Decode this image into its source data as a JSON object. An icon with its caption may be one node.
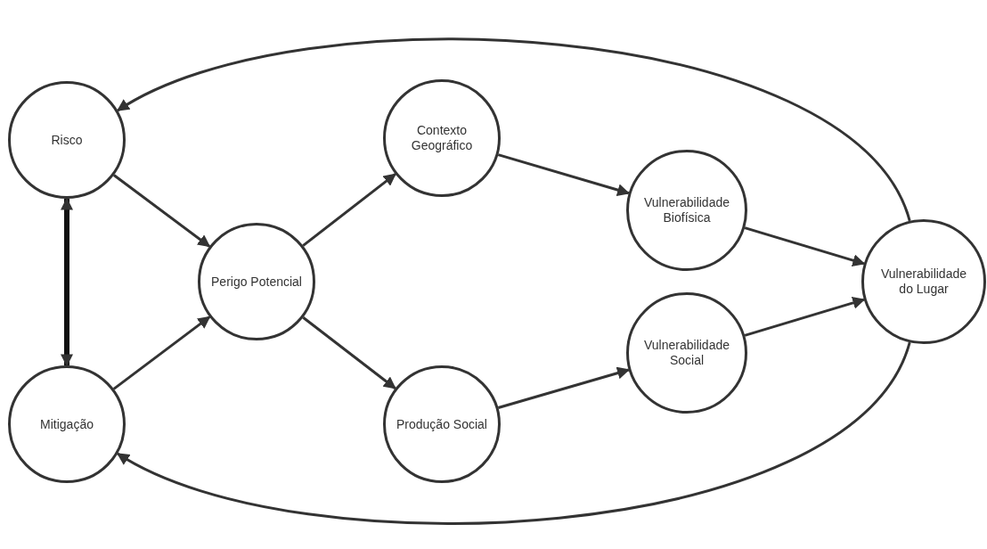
{
  "diagram": {
    "nodes": [
      {
        "text": [
          "Risco"
        ]
      },
      {
        "text": [
          "Mitigação"
        ]
      },
      {
        "text": [
          "Perigo Potencial"
        ]
      },
      {
        "text": [
          "Contexto Geográfico"
        ]
      },
      {
        "text": [
          "Produção Social"
        ]
      },
      {
        "text": [
          "Vulnerabilidade Biofísica"
        ]
      },
      {
        "text": [
          "Vulnerabilidade Social"
        ]
      },
      {
        "text": [
          "Vulnerabilidade do Lugar"
        ]
      }
    ],
    "edges": [
      {
        "from": 0,
        "to": 2,
        "arrow": "to"
      },
      {
        "from": 1,
        "to": 2,
        "arrow": "to"
      },
      {
        "from": 0,
        "to": 1,
        "arrow": "both",
        "style": "thick"
      },
      {
        "from": 2,
        "to": 3,
        "arrow": "to"
      },
      {
        "from": 2,
        "to": 4,
        "arrow": "to"
      },
      {
        "from": 3,
        "to": 5,
        "arrow": "to"
      },
      {
        "from": 4,
        "to": 6,
        "arrow": "to"
      },
      {
        "from": 5,
        "to": 7,
        "arrow": "to"
      },
      {
        "from": 6,
        "to": 7,
        "arrow": "to"
      },
      {
        "from": 7,
        "to": 0,
        "arrow": "to"
      },
      {
        "from": 7,
        "to": 1,
        "arrow": "to"
      }
    ]
  }
}
